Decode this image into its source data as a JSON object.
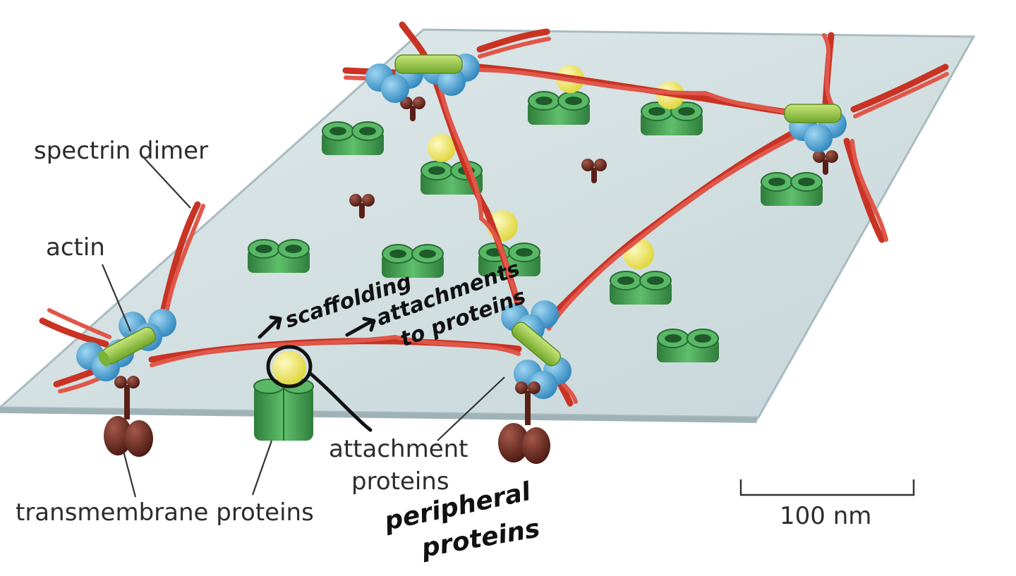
{
  "labels": {
    "spectrin_dimer": "spectrin dimer",
    "actin": "actin",
    "transmembrane_proteins": "transmembrane proteins",
    "attachment_proteins_line1": "attachment",
    "attachment_proteins_line2": "proteins",
    "scale_bar": "100 nm"
  },
  "handwritten": {
    "scaffolding": "scaffolding",
    "attachments_line1": "attachments",
    "attachments_line2": "to proteins",
    "peripheral_line1": "peripheral",
    "peripheral_line2": "proteins"
  },
  "colors": {
    "membrane": "#d3e0e2",
    "membrane_edge": "#a9bcc0",
    "spectrin": "#d0392b",
    "actin": "#9ccc3c",
    "anchor_blue": "#4aa6d8",
    "attachment_yellow": "#f2ea5c",
    "channel_green": "#3d9a4e",
    "transmembrane_brown": "#6b2a20"
  }
}
